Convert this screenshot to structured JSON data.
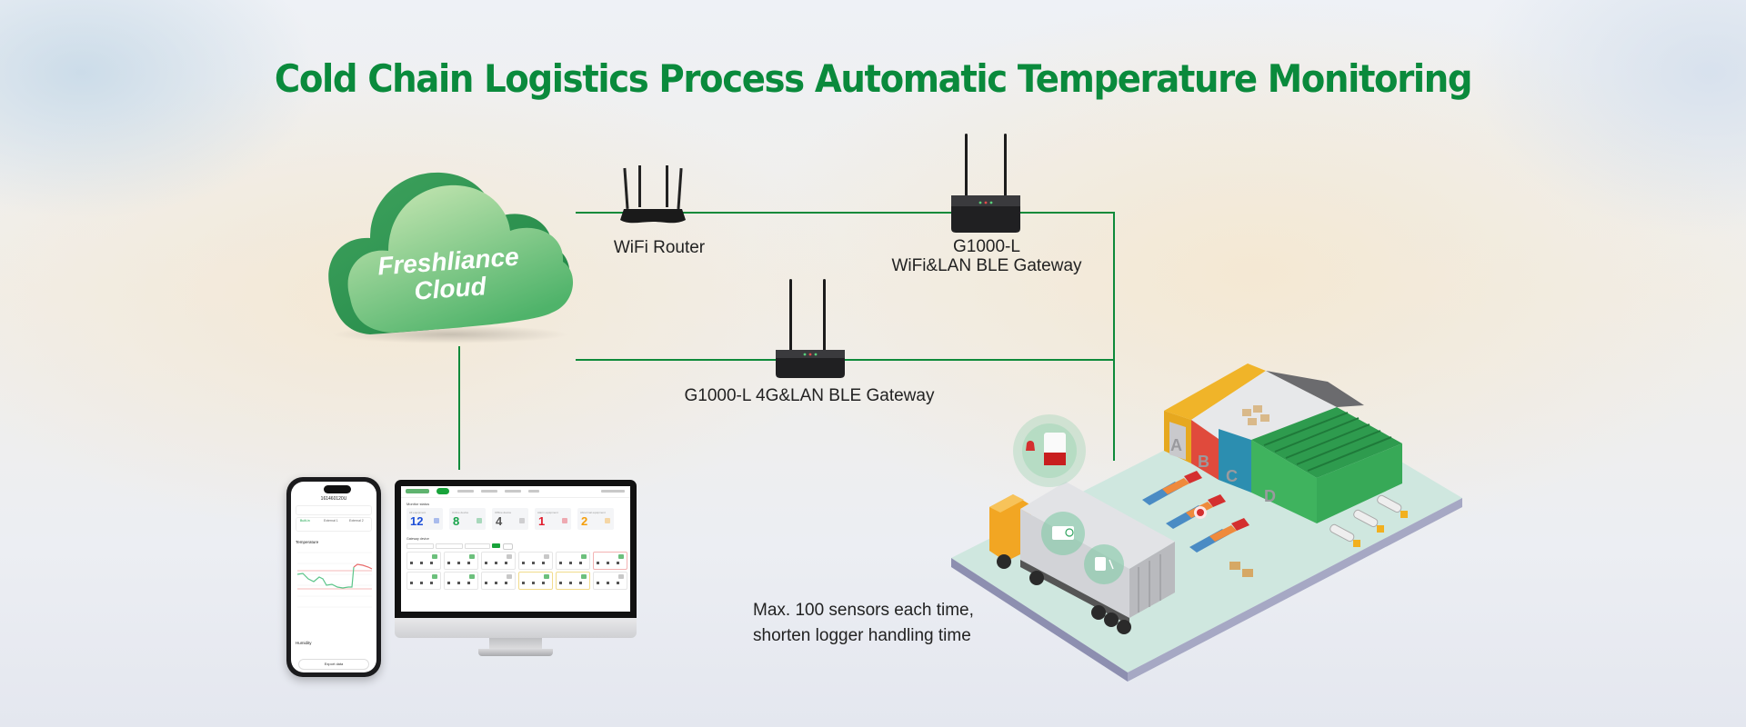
{
  "title": "Cold Chain Logistics Process Automatic Temperature Monitoring",
  "colors": {
    "brand_green": "#0a8a3c",
    "connector_green": "#0e8a3a",
    "cloud_green_light": "#a9dba4",
    "cloud_green_dark": "#2f9a52"
  },
  "cloud": {
    "label_line1": "Freshliance",
    "label_line2": "Cloud",
    "icon": "cloud-icon"
  },
  "devices": {
    "wifi_router": {
      "label": "WiFi Router",
      "icon": "wifi-router-icon"
    },
    "gateway_wifi_lan": {
      "label_line1": "G1000-L",
      "label_line2": "WiFi&LAN BLE Gateway",
      "icon": "gateway-icon"
    },
    "gateway_4g_lan": {
      "label": "G1000-L 4G&LAN BLE Gateway",
      "icon": "gateway-icon"
    }
  },
  "phone_app": {
    "device_id": "161460120U",
    "sections": [
      "Temperature",
      "Humidity"
    ],
    "sensor_tabs": [
      "Built-in",
      "External 1",
      "External 2"
    ],
    "button": "Export data"
  },
  "dashboard": {
    "heading": "Monitor status",
    "stats": [
      {
        "label": "All equipment",
        "value": "12",
        "color": "#1d4fd8"
      },
      {
        "label": "Online device",
        "value": "8",
        "color": "#17a34a"
      },
      {
        "label": "Offline device",
        "value": "4",
        "color": "#555555"
      },
      {
        "label": "Alarm equipment",
        "value": "1",
        "color": "#e11d2e"
      },
      {
        "label": "Abnormal equipment",
        "value": "2",
        "color": "#f59e0b"
      }
    ],
    "gateway_heading": "Gateway device"
  },
  "scene": {
    "warehouse_bays": [
      "A",
      "B",
      "C",
      "D"
    ],
    "icons": [
      "alarm-siren-icon",
      "temperature-logger-icon",
      "sensor-icon",
      "truck-icon",
      "warehouse-icon",
      "tanker-truck-icon",
      "cargo-box-icon"
    ]
  },
  "caption": {
    "line1": "Max. 100 sensors each time,",
    "line2": "shorten logger handling time"
  }
}
